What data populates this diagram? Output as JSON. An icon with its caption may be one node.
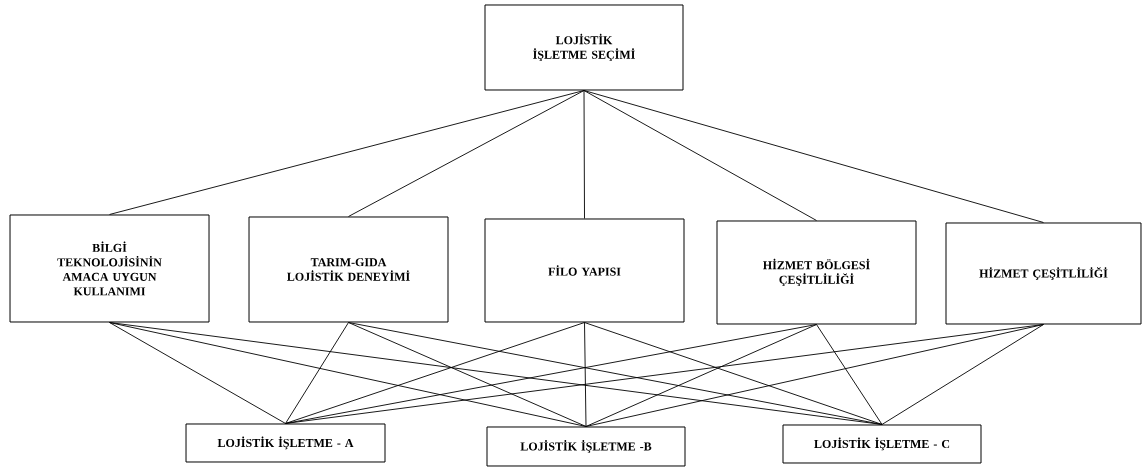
{
  "diagram": {
    "nodes": [
      {
        "text": [
          "LOJİSTİK İŞLETME SEÇİMİ"
        ]
      },
      {
        "text": [
          "BİLGİ TEKNOLOJİSİNİN AMACA UYGUN KULLANIMI"
        ]
      },
      {
        "text": [
          "TARIM-GIDA LOJİSTİK DENEYİMİ"
        ]
      },
      {
        "text": [
          "FİLO YAPISI"
        ]
      },
      {
        "text": [
          "HİZMET BÖLGESİ ÇEŞİTLİLİĞİ"
        ]
      },
      {
        "text": [
          "HİZMET ÇEŞİTLİLİĞİ"
        ]
      },
      {
        "text": [
          "LOJİSTİK İŞLETME - A"
        ]
      },
      {
        "text": [
          "LOJİSTİK İŞLETME -B"
        ]
      },
      {
        "text": [
          "LOJİSTİK İŞLETME - C"
        ]
      }
    ],
    "edges": [
      {
        "from": 0,
        "to": 1,
        "arrow": "none"
      },
      {
        "from": 0,
        "to": 2,
        "arrow": "none"
      },
      {
        "from": 0,
        "to": 3,
        "arrow": "none"
      },
      {
        "from": 0,
        "to": 4,
        "arrow": "none"
      },
      {
        "from": 0,
        "to": 5,
        "arrow": "none"
      },
      {
        "from": 1,
        "to": 6,
        "arrow": "none"
      },
      {
        "from": 1,
        "to": 7,
        "arrow": "none"
      },
      {
        "from": 1,
        "to": 8,
        "arrow": "none"
      },
      {
        "from": 2,
        "to": 6,
        "arrow": "none"
      },
      {
        "from": 2,
        "to": 7,
        "arrow": "none"
      },
      {
        "from": 2,
        "to": 8,
        "arrow": "none"
      },
      {
        "from": 3,
        "to": 6,
        "arrow": "none"
      },
      {
        "from": 3,
        "to": 7,
        "arrow": "none"
      },
      {
        "from": 3,
        "to": 8,
        "arrow": "none"
      },
      {
        "from": 4,
        "to": 6,
        "arrow": "none"
      },
      {
        "from": 4,
        "to": 7,
        "arrow": "none"
      },
      {
        "from": 4,
        "to": 8,
        "arrow": "none"
      },
      {
        "from": 5,
        "to": 6,
        "arrow": "none"
      },
      {
        "from": 5,
        "to": 7,
        "arrow": "none"
      },
      {
        "from": 5,
        "to": 8,
        "arrow": "none"
      }
    ]
  }
}
